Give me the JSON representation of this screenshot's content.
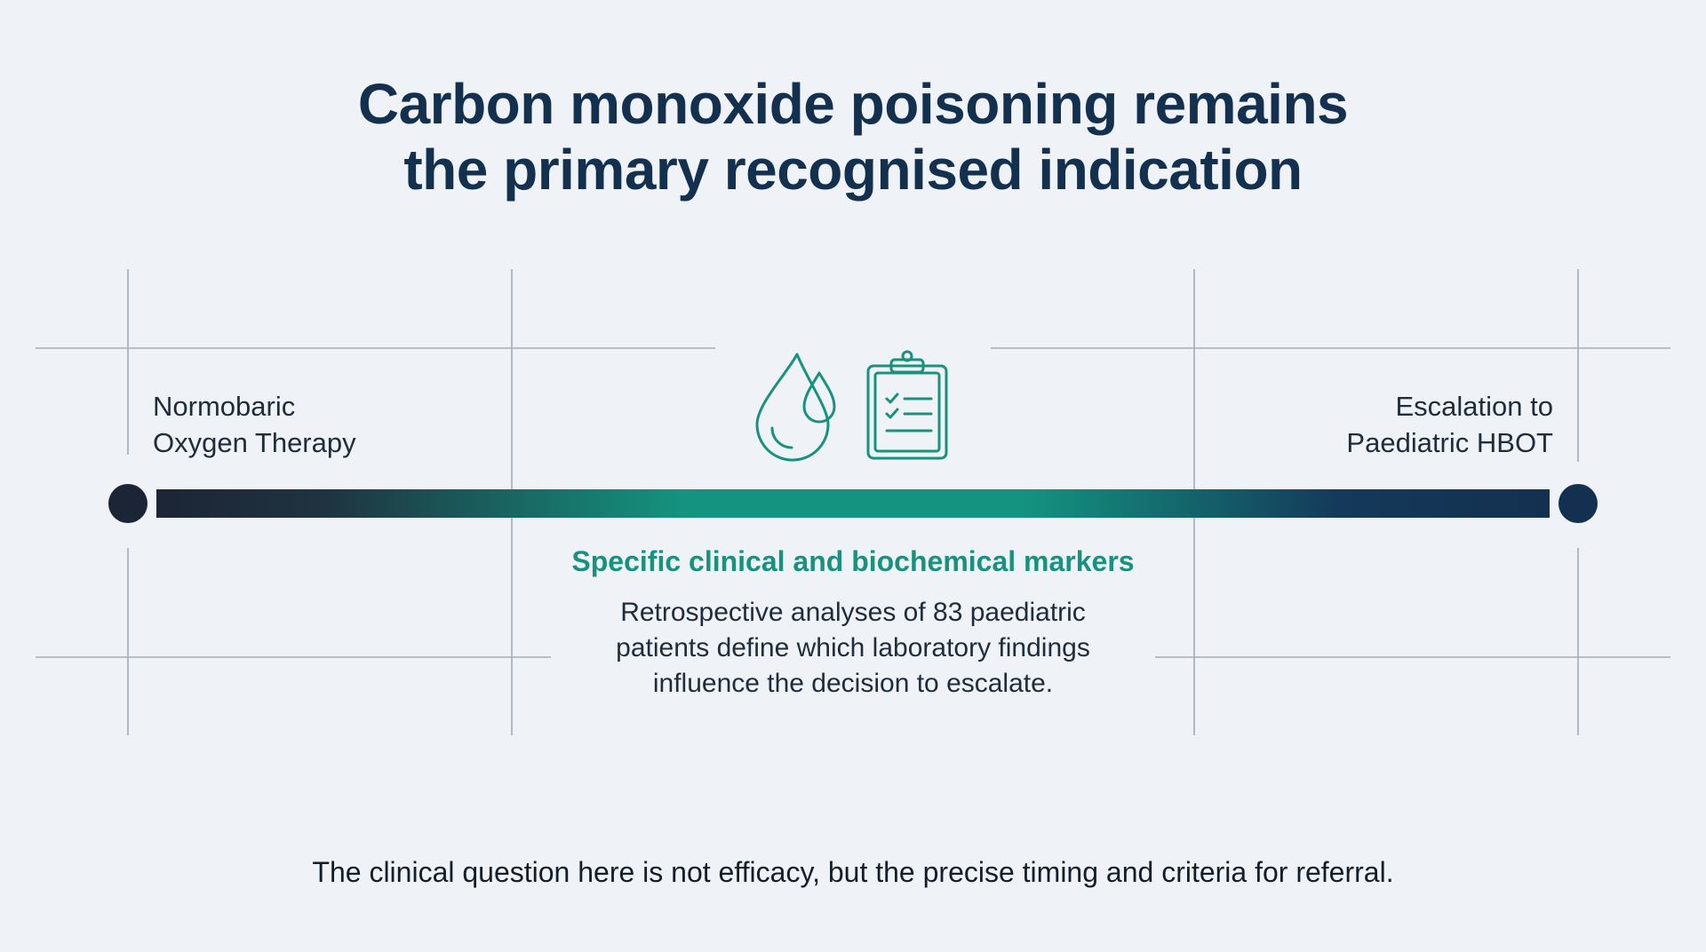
{
  "title": {
    "line1": "Carbon monoxide poisoning remains",
    "line2": "the primary recognised indication"
  },
  "start": {
    "line1": "Normobaric",
    "line2": "Oxygen Therapy"
  },
  "end": {
    "line1": "Escalation to",
    "line2": "Paediatric HBOT"
  },
  "middle": {
    "heading": "Specific clinical and biochemical markers",
    "body_line1": "Retrospective analyses of 83 paediatric",
    "body_line2": "patients define which laboratory findings",
    "body_line3": "influence the decision to escalate.",
    "icons": [
      "droplets-icon",
      "clipboard-checklist-icon"
    ]
  },
  "footer": "The clinical question here is not efficacy, but the precise timing and criteria for referral.",
  "colors": {
    "background": "#eff2f6",
    "navy": "#14304f",
    "teal": "#19917f",
    "dark": "#1c2535",
    "grid": "#a3adb9"
  }
}
